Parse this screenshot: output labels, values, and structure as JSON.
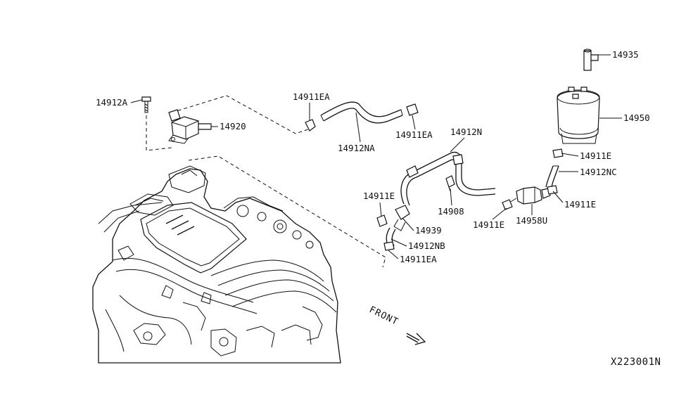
{
  "parts": [
    {
      "id": "p14935",
      "label": "14935"
    },
    {
      "id": "p14912A",
      "label": "14912A"
    },
    {
      "id": "p14911EA_a",
      "label": "14911EA"
    },
    {
      "id": "p14920",
      "label": "14920"
    },
    {
      "id": "p14950",
      "label": "14950"
    },
    {
      "id": "p14911EA_b",
      "label": "14911EA"
    },
    {
      "id": "p14912N",
      "label": "14912N"
    },
    {
      "id": "p14912NA",
      "label": "14912NA"
    },
    {
      "id": "p14911E_a",
      "label": "14911E"
    },
    {
      "id": "p14912NC",
      "label": "14912NC"
    },
    {
      "id": "p14911E_b",
      "label": "14911E"
    },
    {
      "id": "p14908",
      "label": "14908"
    },
    {
      "id": "p14911E_c",
      "label": "14911E"
    },
    {
      "id": "p14911E_d",
      "label": "14911E"
    },
    {
      "id": "p14958U",
      "label": "14958U"
    },
    {
      "id": "p14939",
      "label": "14939"
    },
    {
      "id": "p14912NB",
      "label": "14912NB"
    },
    {
      "id": "p14911EA_c",
      "label": "14911EA"
    }
  ],
  "front_label": "FRONT",
  "diagram_code": "X223001N"
}
